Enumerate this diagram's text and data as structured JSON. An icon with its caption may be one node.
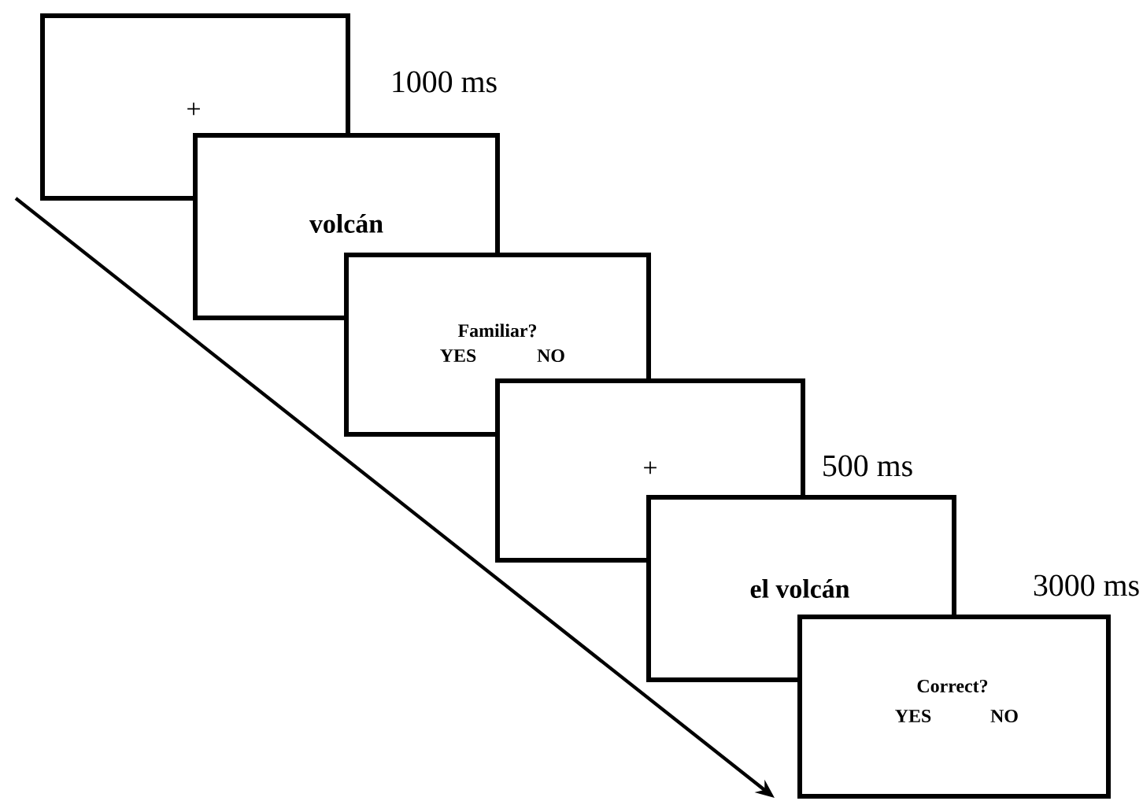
{
  "diagram": {
    "nodes": [
      {
        "text": [
          "+"
        ],
        "beside": [
          "1000 ms"
        ]
      },
      {
        "text": [
          "volcán"
        ]
      },
      {
        "text": [
          "Familiar?",
          "YES",
          "NO"
        ]
      },
      {
        "text": [
          "+"
        ],
        "beside": [
          "500 ms"
        ]
      },
      {
        "text": [
          "el volcán"
        ]
      },
      {
        "text": [
          "Correct?",
          "YES",
          "NO"
        ],
        "beside": [
          "3000 ms"
        ]
      }
    ]
  }
}
